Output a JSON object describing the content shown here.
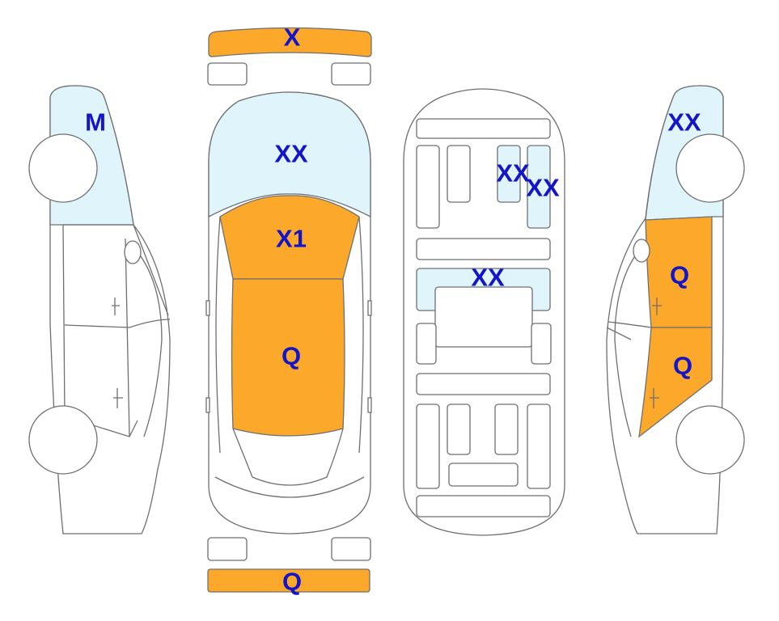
{
  "colors": {
    "damage": "#fca82a",
    "glass": "#dff4fb",
    "label": "#1414c8",
    "outline": "#6f6f6f"
  },
  "labels": {
    "front_bumper": "X",
    "rear_bumper": "Q",
    "left_windshield": "M",
    "roof_glass": "XX",
    "hood": "X1",
    "roof": "Q",
    "interior_seat_1": "XX",
    "interior_seat_2": "XX",
    "interior_floor": "XX",
    "right_windshield": "XX",
    "right_front_door": "Q",
    "right_rear_door": "Q"
  }
}
